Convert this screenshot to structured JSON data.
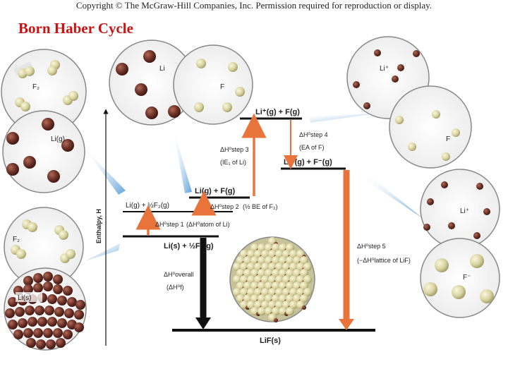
{
  "header": {
    "copyright": "Copyright © The McGraw-Hill Companies, Inc. Permission required for reproduction or display.",
    "title": "Born Haber Cycle"
  },
  "diagram": {
    "axis_label": "Enthalpy, H",
    "levels": {
      "top": "Li⁺(g) + F(g)",
      "ion": "Li⁺(g) + F⁻(g)",
      "atoms": "Li(g) + F(g)",
      "li_gas": "Li(g) + ½F₂(g)",
      "elements": "Li(s) + ½F₂(g)",
      "product": "LiF(s)"
    },
    "steps": {
      "step1_a": "ΔH⁰step 1",
      "step1_b": "(ΔH⁰atom of Li)",
      "step2_a": "ΔH⁰step 2",
      "step2_b": "(½ BE of F₂)",
      "step3_a": "ΔH⁰step 3",
      "step3_b": "(IE₁ of Li)",
      "step4_a": "ΔH⁰step 4",
      "step4_b": "(EA of F)",
      "step5_a": "ΔH⁰step 5",
      "step5_b": "(−ΔH⁰lattice of LiF)",
      "overall_a": "ΔH⁰overall",
      "overall_b": "(ΔH⁰f)"
    },
    "bubbles": {
      "f2_top": "F₂",
      "li_gas": "Li(g)",
      "li_atoms": "Li",
      "f_atoms": "F",
      "li_ion_top": "Li⁺",
      "f_atom_right": "F",
      "f2_bottom": "F₂",
      "li_solid": "Li(s)",
      "li_ion_bottom": "Li⁺",
      "f_ion": "F⁻"
    },
    "colors": {
      "arrow_orange": "#e8743b",
      "arrow_black": "#111111",
      "level_line": "#111111",
      "li_atom": "#6e3328",
      "f_atom": "#d9d3a0",
      "beam": "#5fa3d6",
      "title_red": "#cc1111"
    }
  }
}
